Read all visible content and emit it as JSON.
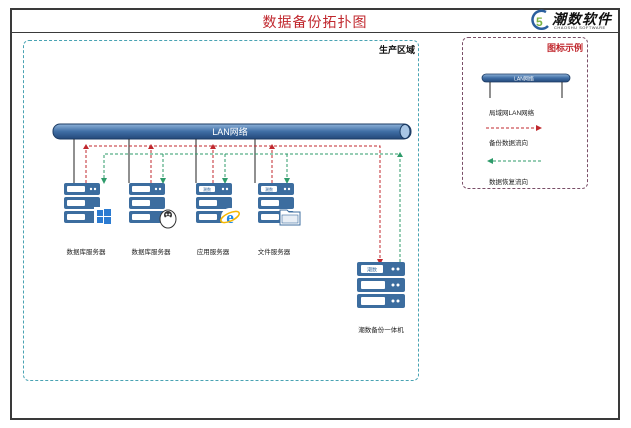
{
  "header": {
    "title": "数据备份拓扑图",
    "logo_text": "潮数软件",
    "logo_sub": "CHAOSHU SOFTWARE"
  },
  "zone": {
    "label": "生产区域"
  },
  "lan": {
    "label": "LAN网络"
  },
  "servers": [
    {
      "label": "数据库服务器",
      "icon": "windows-icon"
    },
    {
      "label": "数据库服务器",
      "icon": "linux-icon"
    },
    {
      "label": "应用服务器",
      "icon": "ie-icon"
    },
    {
      "label": "文件服务器",
      "icon": "folder-icon"
    }
  ],
  "backup_appliance": {
    "label": "潮数备份一体机",
    "badge": "潮数"
  },
  "legend": {
    "title": "图标示例",
    "lan_bar_label": "LAN网络",
    "items": [
      {
        "label": "局域网LAN网络"
      },
      {
        "label": "备份数据流向"
      },
      {
        "label": "数据恢复流向"
      }
    ]
  },
  "colors": {
    "title_red": "#c0272d",
    "backup_flow": "#c0272d",
    "restore_flow": "#2e9b6a",
    "zone_border": "#49a3b3",
    "legend_border": "#7a4f68",
    "lan_bar": "#3f6ea5",
    "server_blue": "#3c6d9f"
  }
}
